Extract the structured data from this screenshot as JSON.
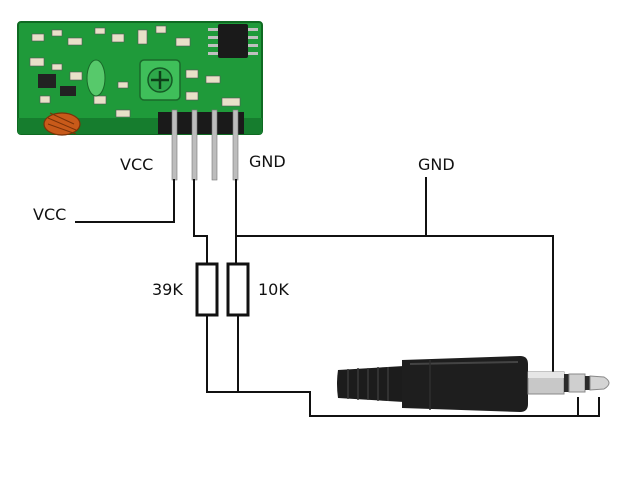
{
  "labels": {
    "vcc_pin": "VCC",
    "gnd_pin": "GND",
    "vcc_input": "VCC",
    "gnd_bus": "GND",
    "resistor_1": "39K",
    "resistor_2": "10K"
  },
  "colors": {
    "wire": "#111111",
    "pcb": "#1f9a3a",
    "pcb_dark": "#157a2b",
    "header": "#1a1a1a",
    "pin": "#bdbdbd",
    "plug_body": "#1c1c1c",
    "plug_metal": "#c8c8c8"
  }
}
